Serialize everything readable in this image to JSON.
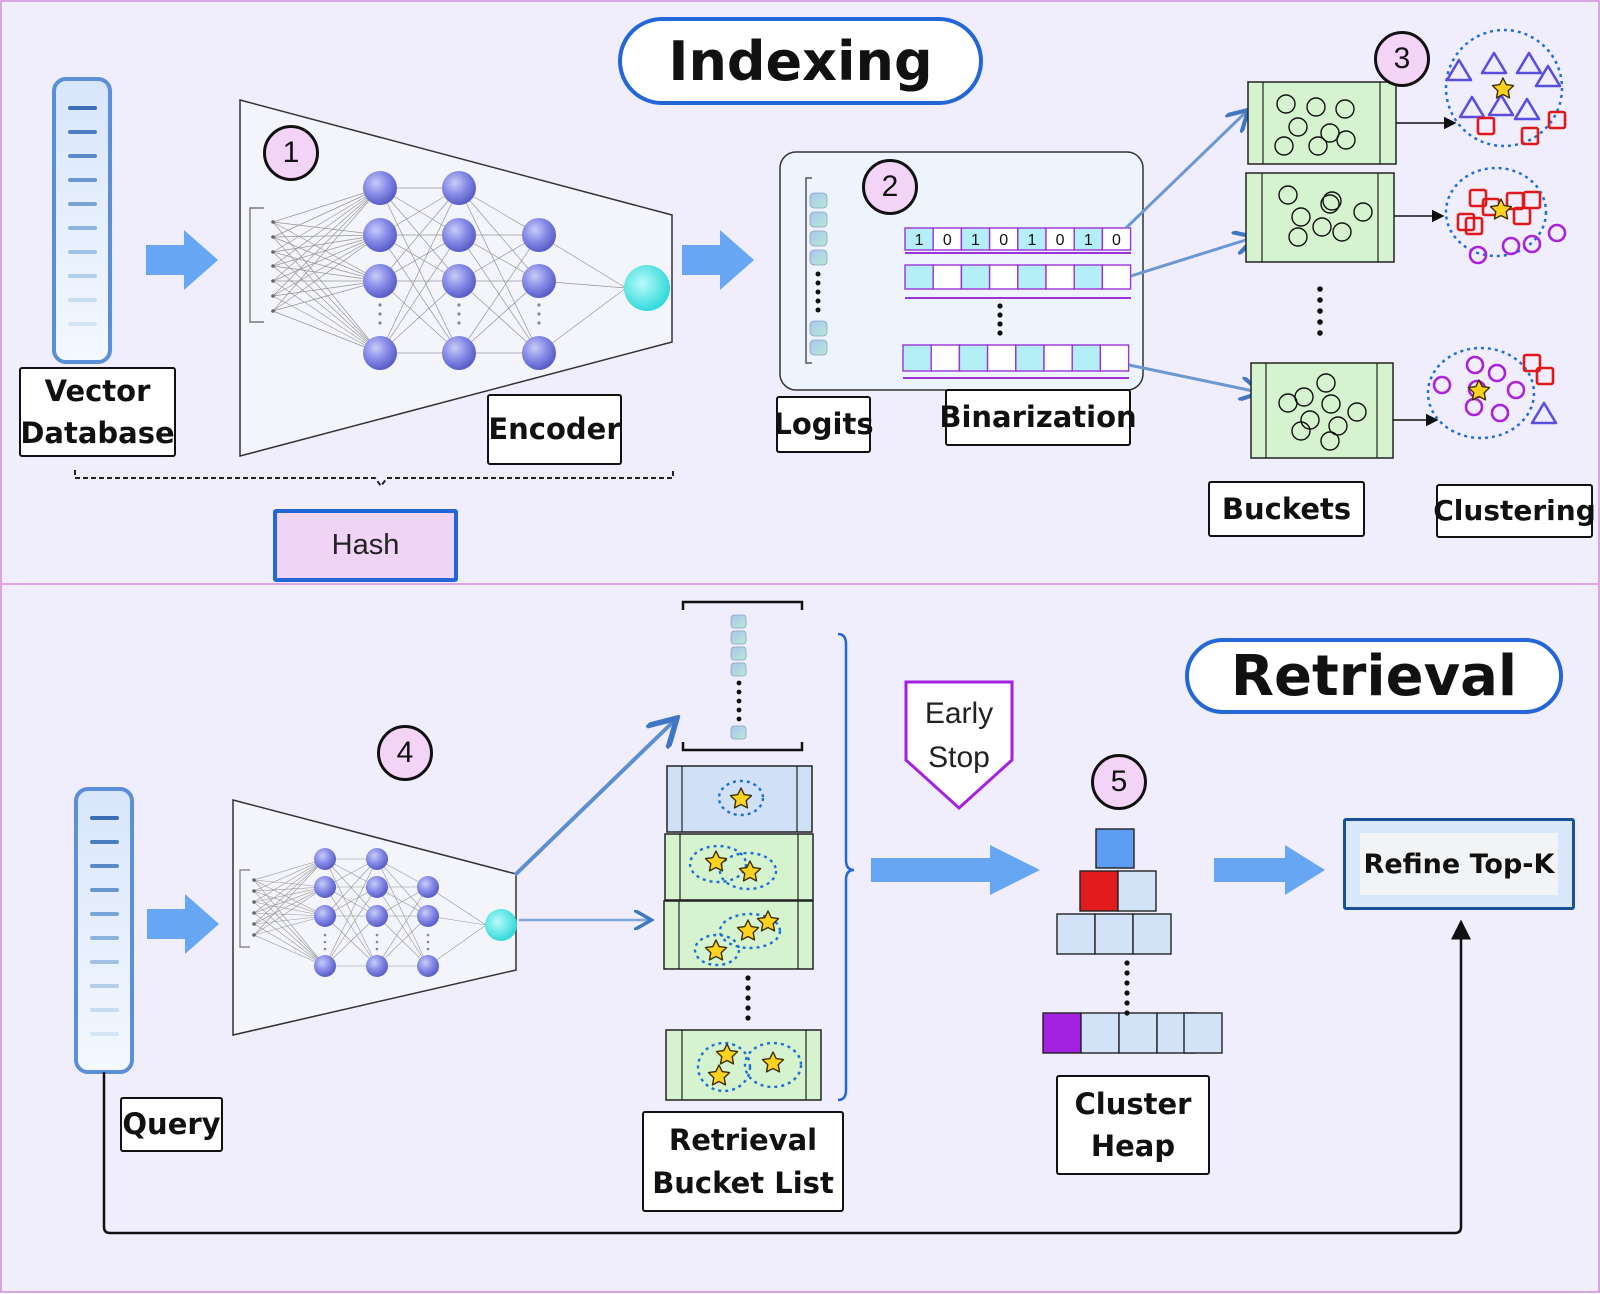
{
  "sections": {
    "indexing_title": "Indexing",
    "retrieval_title": "Retrieval"
  },
  "labels": {
    "vector_database": "Vector\nDatabase",
    "encoder": "Encoder",
    "hash": "Hash",
    "logits": "Logits",
    "binarization": "Binarization",
    "buckets": "Buckets",
    "clustering": "Clustering",
    "query": "Query",
    "retrieval_bucket_list": "Retrieval\nBucket List",
    "early_stop": "Early\nStop",
    "cluster_heap": "Cluster\nHeap",
    "refine_top_k": "Refine Top-K"
  },
  "steps": [
    "1",
    "2",
    "3",
    "4",
    "5"
  ],
  "binary_code": [
    "1",
    "0",
    "1",
    "0",
    "1",
    "0",
    "1",
    "0"
  ],
  "colors": {
    "section_bg": "#f0eefd",
    "section_border": "#d8a6e6",
    "accent_blue": "#2266d8",
    "step_fill": "#f3d4f6",
    "bucket_green": "#d5f3cf",
    "heap_blue": "#d2e3f8",
    "heap_red": "#e21c1c",
    "heap_purple": "#a321e0",
    "star_yellow": "#ffd21f"
  }
}
